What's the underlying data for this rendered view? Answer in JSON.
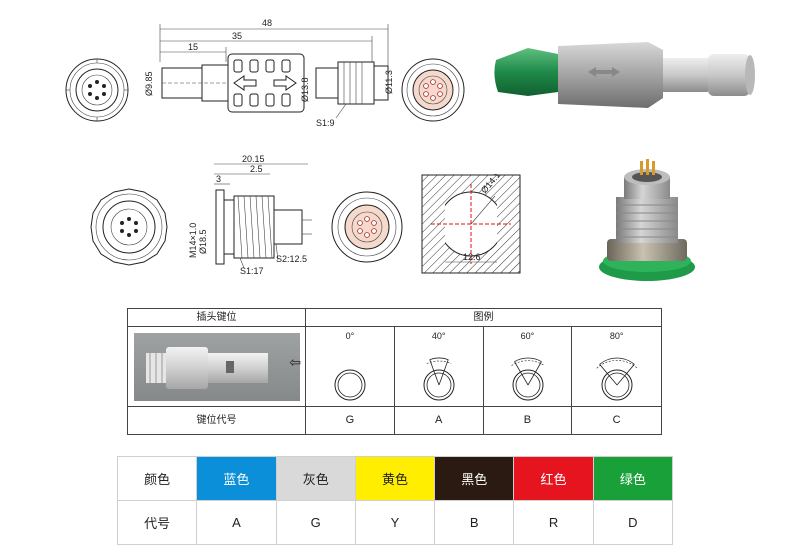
{
  "drawings": {
    "plug_dims": {
      "overall": "48",
      "body": "35",
      "front": "15",
      "dia_left": "Ø9.85",
      "dia_mid": "Ø13.8",
      "dia_right": "Ø11.3",
      "spanner": "S1:9"
    },
    "socket_dims": {
      "overall": "20.15",
      "a": "3",
      "b": "2.5",
      "dia": "Ø18.5",
      "thread": "M14×1.0",
      "s1": "S1:17",
      "s2": "S2:12.5"
    },
    "panel_cutout": {
      "dia": "Ø14.1",
      "flat": "12.6"
    }
  },
  "key_table": {
    "header_left": "插头键位",
    "header_right": "图例",
    "angles": [
      "0°",
      "40°",
      "60°",
      "80°"
    ],
    "footer_left": "键位代号",
    "codes": [
      "G",
      "A",
      "B",
      "C"
    ],
    "arrow": "⇦"
  },
  "color_table": {
    "row1_label": "颜色",
    "row2_label": "代号",
    "colors": [
      {
        "name": "蓝色",
        "code": "A",
        "hex": "#0a8fd8",
        "text": "#ffffff"
      },
      {
        "name": "灰色",
        "code": "G",
        "hex": "#d9d9d9",
        "text": "#222222"
      },
      {
        "name": "黄色",
        "code": "Y",
        "hex": "#ffee00",
        "text": "#222222"
      },
      {
        "name": "黑色",
        "code": "B",
        "hex": "#2b1a12",
        "text": "#ffffff"
      },
      {
        "name": "红色",
        "code": "R",
        "hex": "#e5141e",
        "text": "#ffffff"
      },
      {
        "name": "绿色",
        "code": "D",
        "hex": "#1aa039",
        "text": "#ffffff"
      }
    ]
  }
}
